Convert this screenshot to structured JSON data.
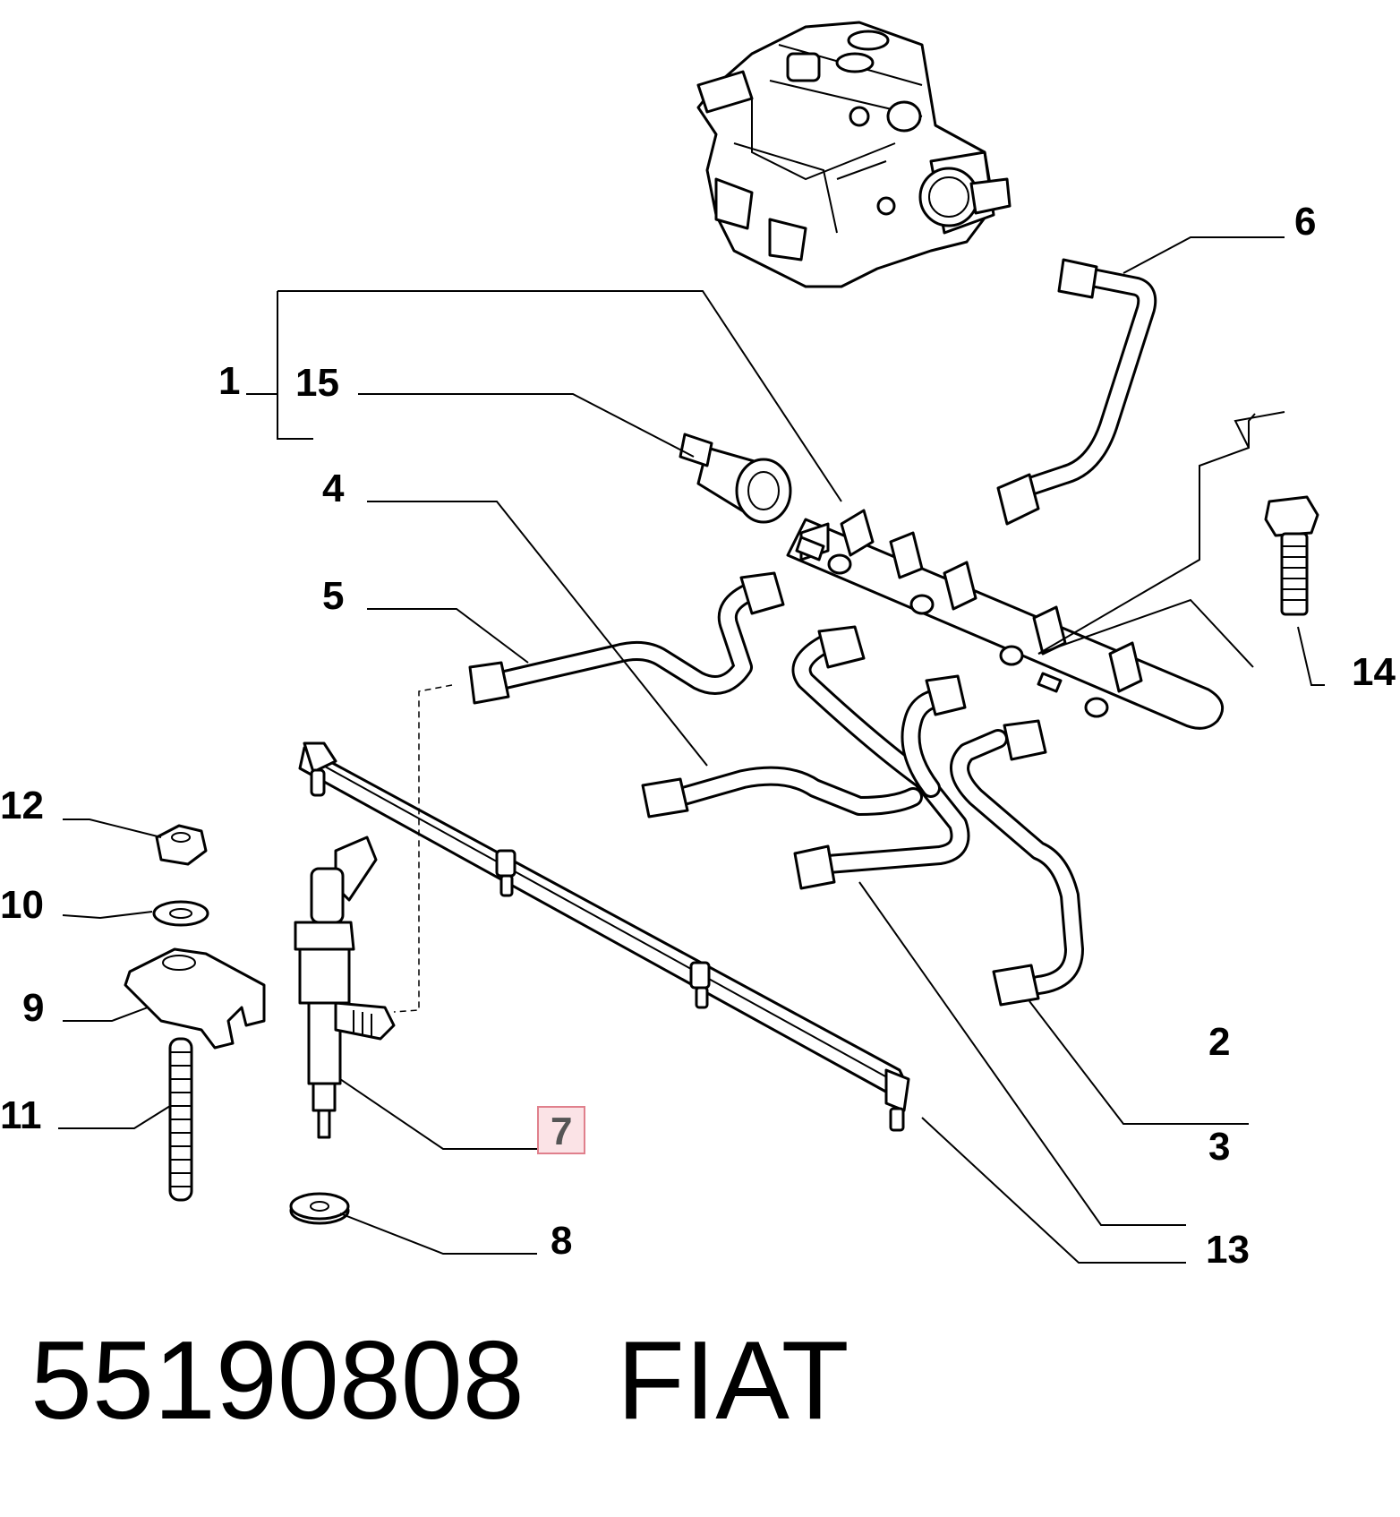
{
  "footer": {
    "part_number": "55190808",
    "brand": "FIAT"
  },
  "callouts": {
    "c1": "1",
    "c2": "2",
    "c3": "3",
    "c4": "4",
    "c5": "5",
    "c6": "6",
    "c7": "7",
    "c8": "8",
    "c9": "9",
    "c10": "10",
    "c11": "11",
    "c12": "12",
    "c13": "13",
    "c14": "14",
    "c15": "15"
  },
  "highlighted_callout": "7",
  "colors": {
    "line": "#000000",
    "background": "#ffffff",
    "highlight_fill": "#fbe3e6",
    "highlight_border": "#e0808c"
  }
}
